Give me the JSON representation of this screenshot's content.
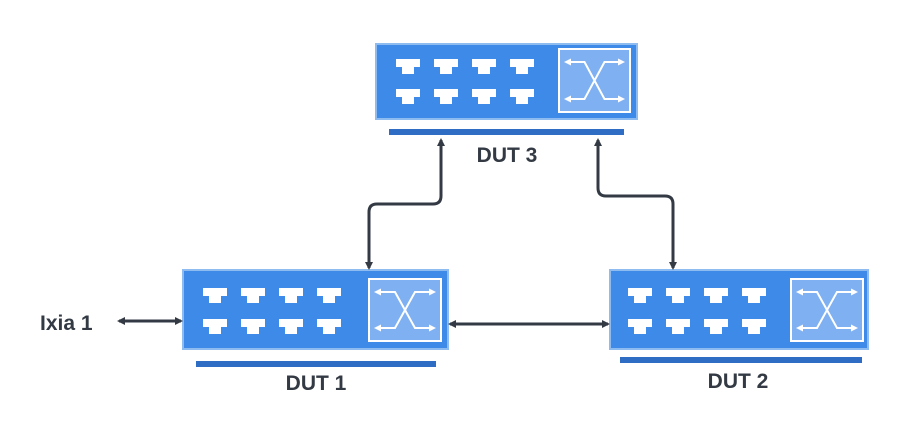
{
  "colors": {
    "switch_fill": "#3d8ae8",
    "switch_border": "#8fbcf0",
    "base_bar": "#2f6cc4",
    "port": "#ffffff",
    "cross_box_fill": "#7fb0f2",
    "connector": "#333a44"
  },
  "icons": {
    "switch": "network-switch-icon",
    "cross": "crossbar-icon",
    "arrow": "double-headed-arrow"
  },
  "devices": {
    "dut1": {
      "label": "DUT 1"
    },
    "dut2": {
      "label": "DUT 2"
    },
    "dut3": {
      "label": "DUT 3"
    }
  },
  "external": {
    "ixia1": {
      "label": "Ixia 1"
    }
  }
}
